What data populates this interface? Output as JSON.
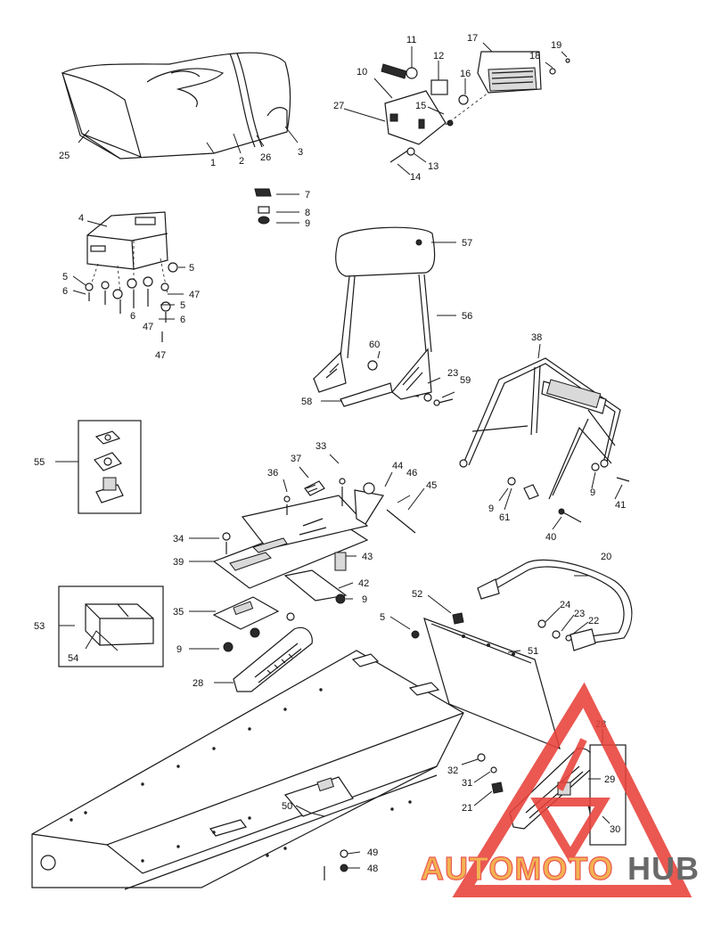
{
  "callouts": [
    {
      "id": "c1",
      "text": "1"
    },
    {
      "id": "c2",
      "text": "2"
    },
    {
      "id": "c3",
      "text": "3"
    },
    {
      "id": "c4",
      "text": "4"
    },
    {
      "id": "c5a",
      "text": "5"
    },
    {
      "id": "c5b",
      "text": "5"
    },
    {
      "id": "c5c",
      "text": "5"
    },
    {
      "id": "c5d",
      "text": "5"
    },
    {
      "id": "c6a",
      "text": "6"
    },
    {
      "id": "c6b",
      "text": "6"
    },
    {
      "id": "c6c",
      "text": "6"
    },
    {
      "id": "c7",
      "text": "7"
    },
    {
      "id": "c8",
      "text": "8"
    },
    {
      "id": "c9a",
      "text": "9"
    },
    {
      "id": "c9b",
      "text": "9"
    },
    {
      "id": "c9c",
      "text": "9"
    },
    {
      "id": "c9d",
      "text": "9"
    },
    {
      "id": "c9e",
      "text": "9"
    },
    {
      "id": "c10",
      "text": "10"
    },
    {
      "id": "c11",
      "text": "11"
    },
    {
      "id": "c12",
      "text": "12"
    },
    {
      "id": "c13",
      "text": "13"
    },
    {
      "id": "c14",
      "text": "14"
    },
    {
      "id": "c15",
      "text": "15"
    },
    {
      "id": "c16",
      "text": "16"
    },
    {
      "id": "c17",
      "text": "17"
    },
    {
      "id": "c18",
      "text": "18"
    },
    {
      "id": "c19",
      "text": "19"
    },
    {
      "id": "c20",
      "text": "20"
    },
    {
      "id": "c21",
      "text": "21"
    },
    {
      "id": "c22",
      "text": "22"
    },
    {
      "id": "c23a",
      "text": "23"
    },
    {
      "id": "c23b",
      "text": "23"
    },
    {
      "id": "c24",
      "text": "24"
    },
    {
      "id": "c25",
      "text": "25"
    },
    {
      "id": "c26",
      "text": "26"
    },
    {
      "id": "c27",
      "text": "27"
    },
    {
      "id": "c28a",
      "text": "28"
    },
    {
      "id": "c28b",
      "text": "28"
    },
    {
      "id": "c29",
      "text": "29"
    },
    {
      "id": "c30",
      "text": "30"
    },
    {
      "id": "c31",
      "text": "31"
    },
    {
      "id": "c32",
      "text": "32"
    },
    {
      "id": "c33",
      "text": "33"
    },
    {
      "id": "c34",
      "text": "34"
    },
    {
      "id": "c35",
      "text": "35"
    },
    {
      "id": "c36",
      "text": "36"
    },
    {
      "id": "c37",
      "text": "37"
    },
    {
      "id": "c38",
      "text": "38"
    },
    {
      "id": "c39",
      "text": "39"
    },
    {
      "id": "c40",
      "text": "40"
    },
    {
      "id": "c41",
      "text": "41"
    },
    {
      "id": "c42",
      "text": "42"
    },
    {
      "id": "c43",
      "text": "43"
    },
    {
      "id": "c44",
      "text": "44"
    },
    {
      "id": "c45",
      "text": "45"
    },
    {
      "id": "c46",
      "text": "46"
    },
    {
      "id": "c47a",
      "text": "47"
    },
    {
      "id": "c47b",
      "text": "47"
    },
    {
      "id": "c47c",
      "text": "47"
    },
    {
      "id": "c48",
      "text": "48"
    },
    {
      "id": "c49",
      "text": "49"
    },
    {
      "id": "c50",
      "text": "50"
    },
    {
      "id": "c51",
      "text": "51"
    },
    {
      "id": "c52",
      "text": "52"
    },
    {
      "id": "c53",
      "text": "53"
    },
    {
      "id": "c54",
      "text": "54"
    },
    {
      "id": "c55",
      "text": "55"
    },
    {
      "id": "c56",
      "text": "56"
    },
    {
      "id": "c57",
      "text": "57"
    },
    {
      "id": "c58",
      "text": "58"
    },
    {
      "id": "c59",
      "text": "59"
    },
    {
      "id": "c60",
      "text": "60"
    },
    {
      "id": "c61",
      "text": "61"
    }
  ],
  "watermark": {
    "part1": "AUTOMOTO",
    "part2": "HUB",
    "color_primary": "#e8413a",
    "color_accent": "#f2a93b",
    "color_secondary": "#555555"
  }
}
